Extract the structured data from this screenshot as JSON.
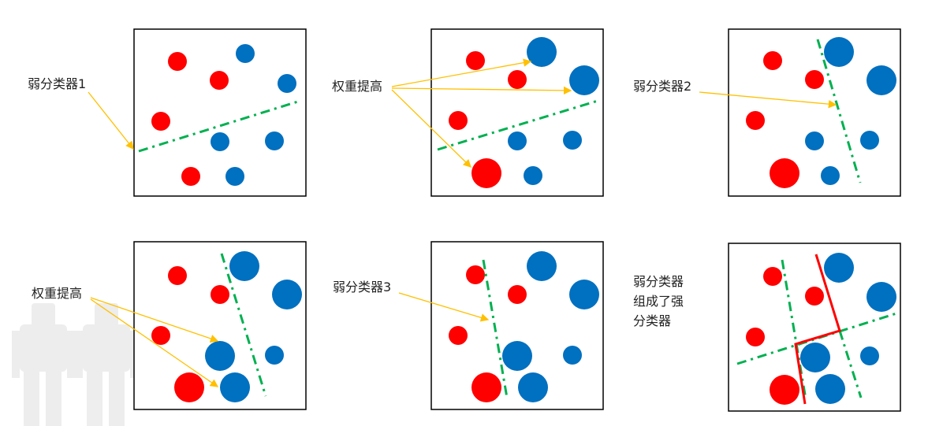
{
  "labels": {
    "weak_classifier_1": "弱分类器1",
    "weight_increase_top": "权重提高",
    "weak_classifier_2": "弱分类器2",
    "weight_increase_bottom": "权重提高",
    "weak_classifier_3": "弱分类器3",
    "strong_classifier_lines": [
      "弱分类器",
      "组成了强",
      "分类器"
    ]
  },
  "colors": {
    "class_a": "#ff0000",
    "class_b": "#0070c0",
    "weak_boundary": "#00b050",
    "strong_boundary": "#ff0000",
    "arrow": "#ffc000"
  }
}
